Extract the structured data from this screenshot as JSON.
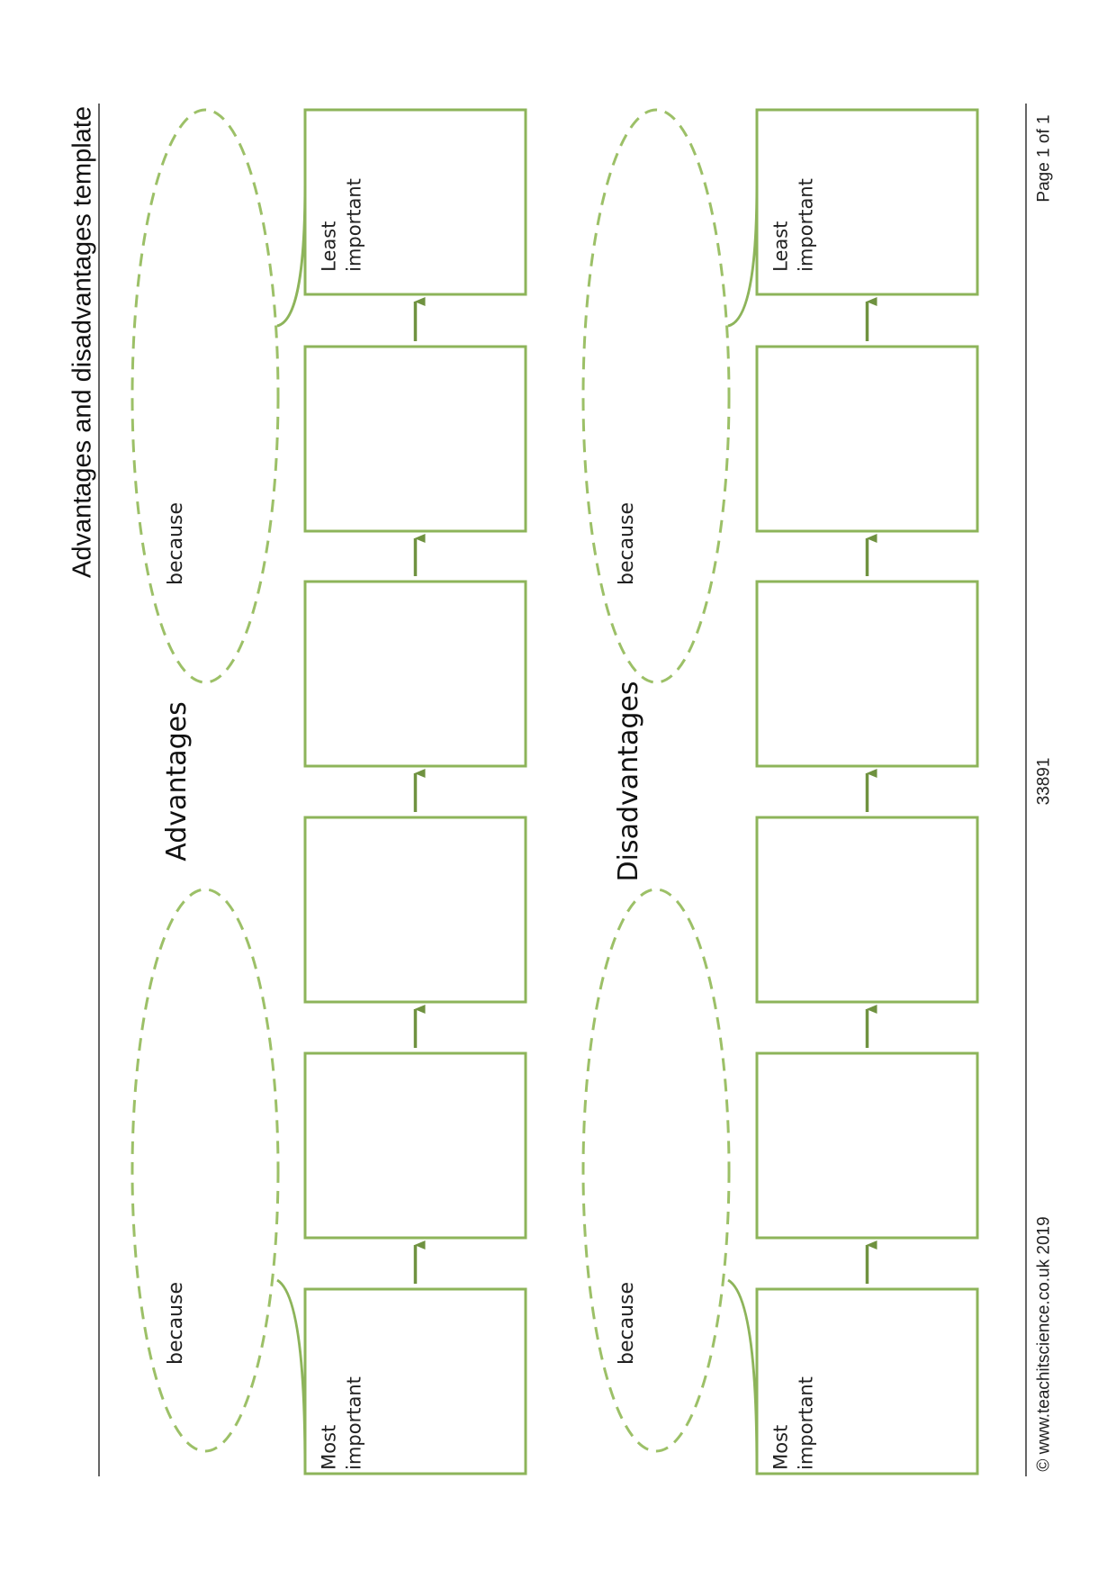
{
  "header": {
    "title": "Advantages and disadvantages template"
  },
  "sections": [
    {
      "heading": "Advantages",
      "most_label": "Most\nimportant",
      "least_label": "Least\nimportant",
      "because_labels": [
        "because",
        "because"
      ]
    },
    {
      "heading": "Disadvantages",
      "most_label": "Most\nimportant",
      "least_label": "Least\nimportant",
      "because_labels": [
        "because",
        "because"
      ]
    }
  ],
  "footer": {
    "copyright": "© www.teachitscience.co.uk 2019",
    "code": "33891",
    "page": "Page 1 of 1"
  },
  "colors": {
    "box_stroke": "#8db45a",
    "arrow": "#6f9240",
    "dashed": "#9cc067",
    "rule": "#333333"
  }
}
